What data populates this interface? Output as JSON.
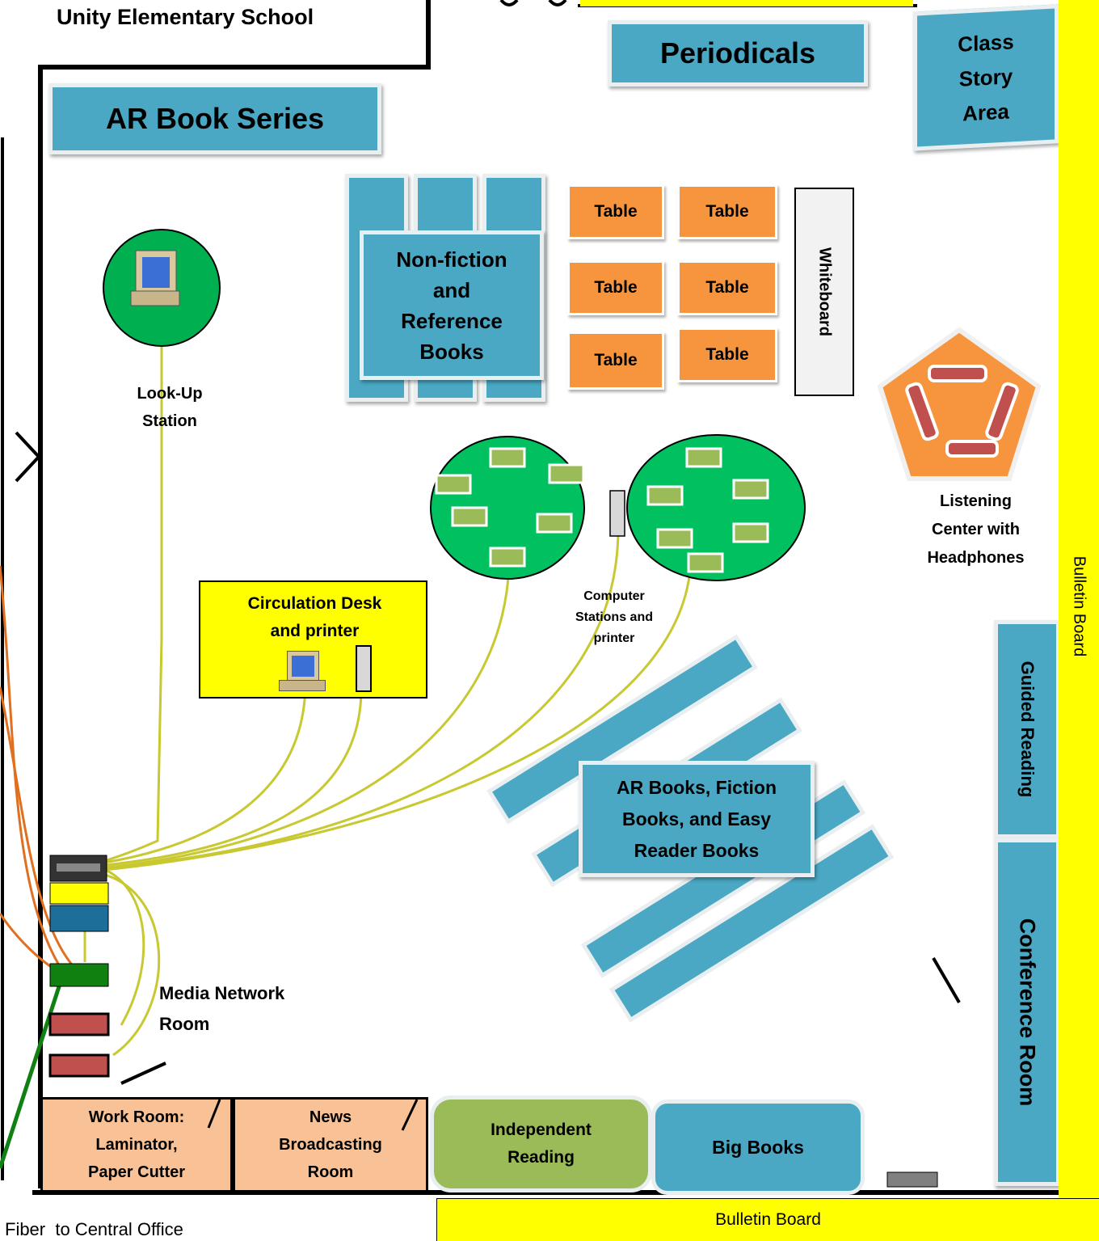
{
  "school_name": "Unity Elementary School",
  "areas": {
    "periodicals": "Periodicals",
    "class_story": [
      "Class",
      "Story",
      "Area"
    ],
    "ar_book_series": "AR Book Series",
    "nonfiction": [
      "Non-fiction",
      "and",
      "Reference",
      "Books"
    ],
    "table": "Table",
    "whiteboard": "Whiteboard",
    "lookup_station": [
      "Look-Up",
      "Station"
    ],
    "listening_center": [
      "Listening",
      "Center with",
      "Headphones"
    ],
    "computer_stations": [
      "Computer",
      "Stations and",
      "printer"
    ],
    "circulation_desk": [
      "Circulation Desk",
      "and printer"
    ],
    "ar_fiction": [
      "AR Books, Fiction",
      "Books, and Easy",
      "Reader Books"
    ],
    "guided_reading": "Guided Reading",
    "conference_room": "Conference Room",
    "media_network_room": [
      "Media Network",
      "Room"
    ],
    "work_room": [
      "Work Room:",
      "Laminator,",
      "Paper Cutter"
    ],
    "news_room": [
      "News",
      "Broadcasting",
      "Room"
    ],
    "independent_reading": [
      "Independent",
      "Reading"
    ],
    "big_books": "Big Books",
    "bulletin_board_right": "Bulletin Board",
    "bulletin_board_bottom": "Bulletin Board",
    "fiber": "Fiber  to Central Office"
  },
  "colors": {
    "shelf_blue": "#4aa8c4",
    "table_orange": "#f7953e",
    "station_green": "#00c060",
    "bulletin_yellow": "#ffff00",
    "room_peach": "#f9c296",
    "reading_green": "#9bbb59",
    "cable_yellow": "#c8c830",
    "cable_orange": "#e07020",
    "fiber_green": "#108010"
  }
}
